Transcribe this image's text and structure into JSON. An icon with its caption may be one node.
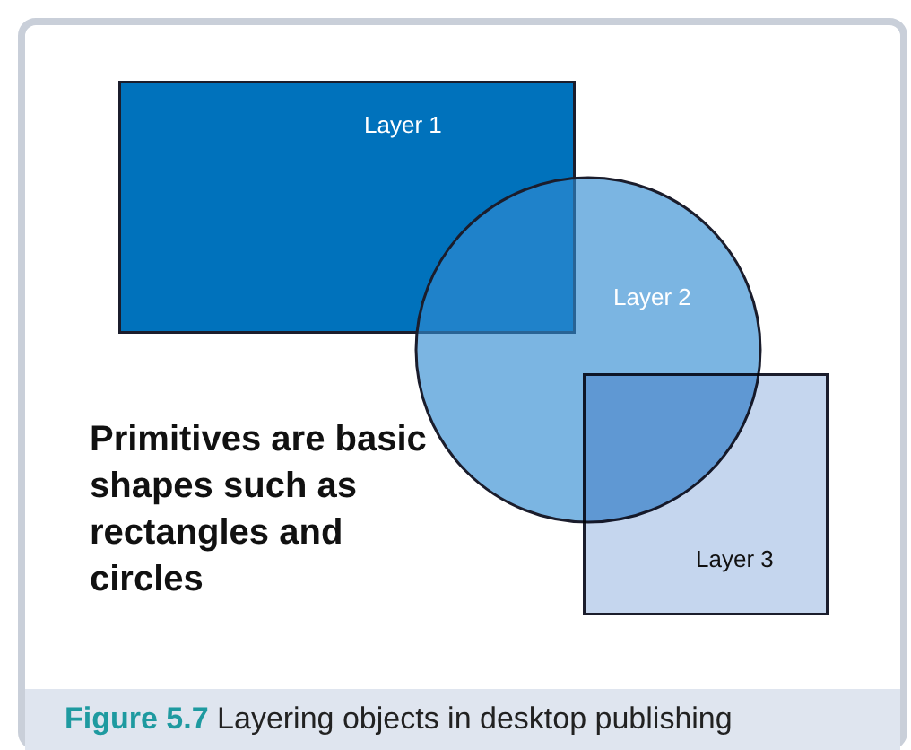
{
  "diagram": {
    "caption": "**Figure 5.7** Layering objects in desktop publishing",
    "nodes": [
      {
        "text": [
          "Layer 1"
        ]
      },
      {
        "text": [
          "Layer 2"
        ]
      },
      {
        "text": [
          "Layer 3"
        ]
      }
    ],
    "labels": [
      "Primitives are basic shapes such as rectangles and circles"
    ]
  }
}
